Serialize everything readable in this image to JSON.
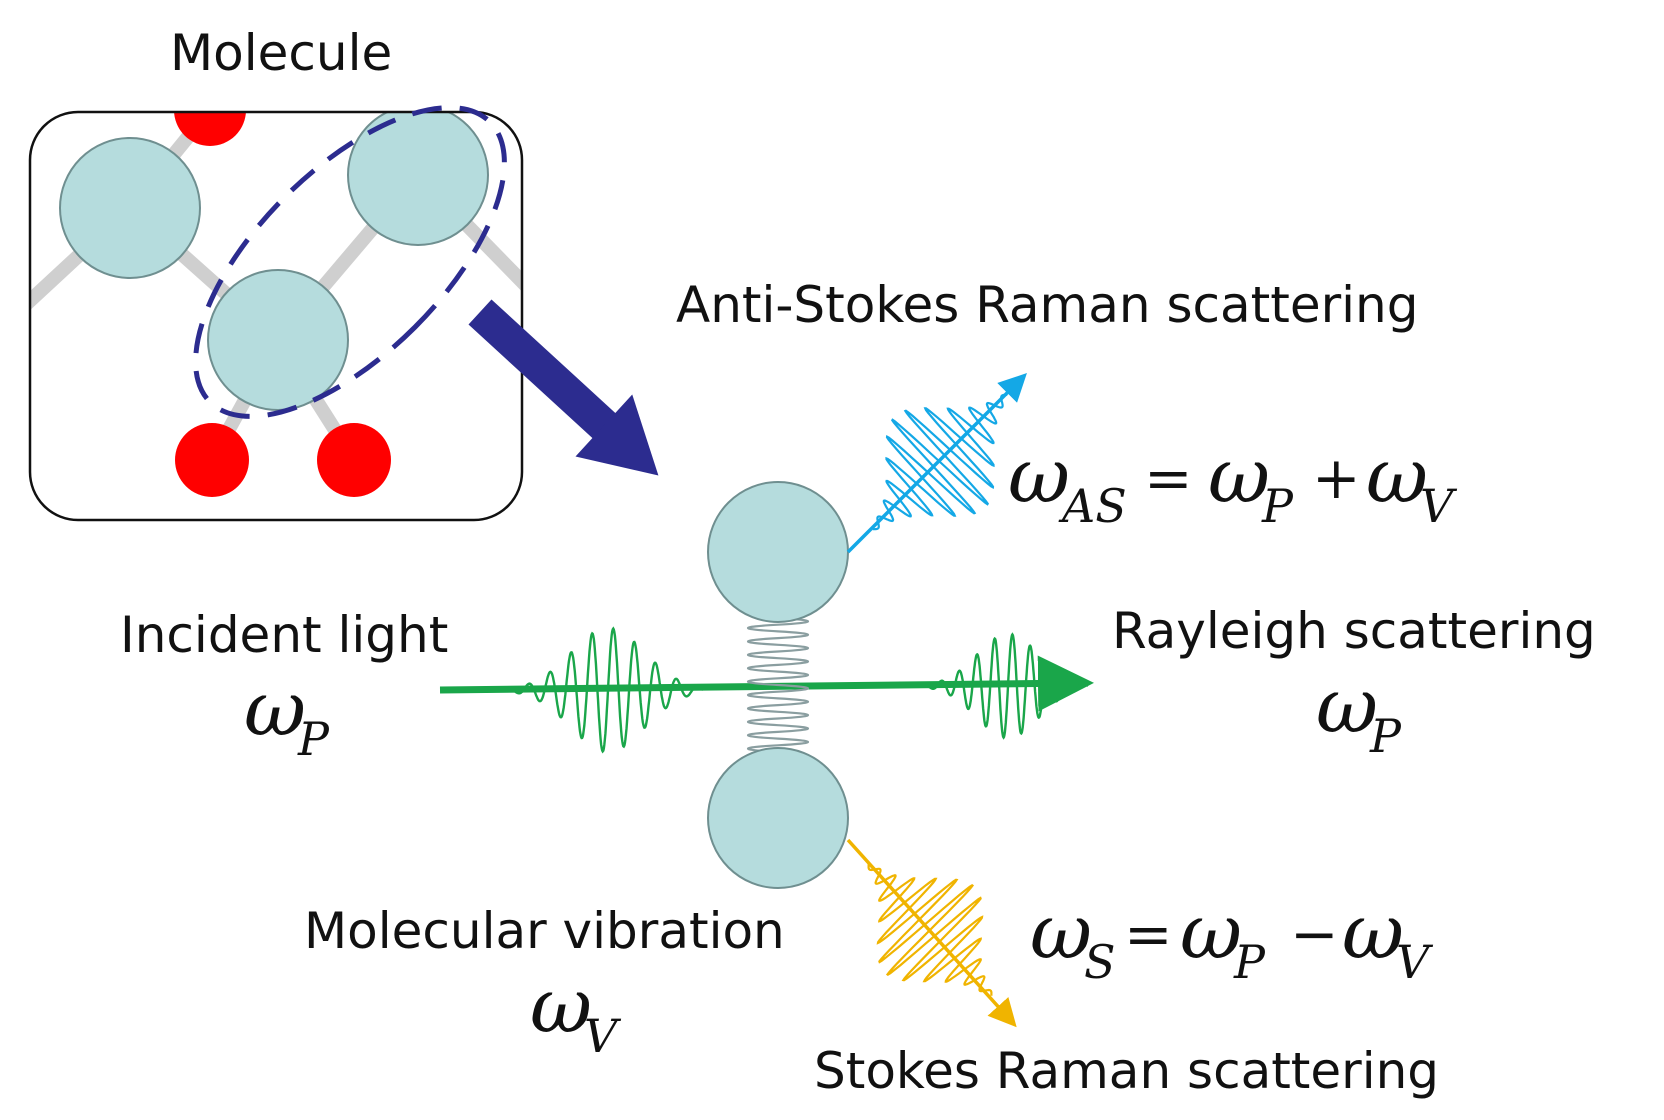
{
  "colors": {
    "atom": "#b5dcdd",
    "atom_stroke": "#6f8f90",
    "red_atom": "#ff0000",
    "bond": "#cfcfcf",
    "pointer_arrow": "#2c2c8f",
    "dashed_ellipse": "#2c2c8f",
    "incident": "#1aa64a",
    "anti_stokes": "#14a8e6",
    "stokes": "#f0b400",
    "spring": "#8a9ea0"
  },
  "labels": {
    "molecule": "Molecule",
    "anti_stokes": "Anti-Stokes Raman scattering",
    "incident": "Incident light",
    "rayleigh": "Rayleigh scattering",
    "vibration": "Molecular vibration",
    "stokes": "Stokes Raman scattering"
  },
  "symbols": {
    "omega": "ω",
    "sub_p": "P",
    "sub_v": "V",
    "sub_as": "AS",
    "sub_s": "S",
    "equals": "=",
    "plus": "+",
    "minus": "−"
  }
}
